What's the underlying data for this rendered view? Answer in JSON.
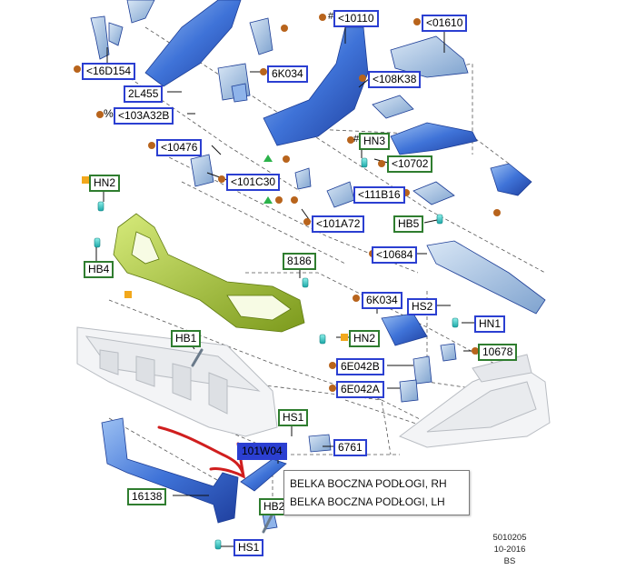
{
  "labels": {
    "l16D154": "<16D154",
    "l2L455": "2L455",
    "l103A32B": "<103A32B",
    "l10476": "<10476",
    "l101C30": "<101C30",
    "l6K034a": "6K034",
    "l10110": "<10110",
    "l01610": "<01610",
    "l108K38": "<108K38",
    "lHN3": "HN3",
    "l10702": "<10702",
    "l111B16": "<111B16",
    "l101A72": "<101A72",
    "lHB5": "HB5",
    "lHN2a": "HN2",
    "lHB4": "HB4",
    "l10684": "<10684",
    "l8186": "8186",
    "l6K034b": "6K034",
    "lHS2": "HS2",
    "lHN1": "HN1",
    "lHB1": "HB1",
    "lHN2b": "HN2",
    "l10678": "10678",
    "l6E042B": "6E042B",
    "l6E042A": "6E042A",
    "lHS1a": "HS1",
    "l101W04": "101W04",
    "l6761": "6761",
    "l16138": "16138",
    "lHB2": "HB2",
    "lHS1b": "HS1"
  },
  "markers": {
    "pct": "%",
    "hash": "#"
  },
  "tooltip": {
    "line1": "BELKA BOCZNA PODŁOGI, RH",
    "line2": "BELKA BOCZNA PODŁOGI, LH"
  },
  "footer": {
    "code": "5010205",
    "date": "10-2016",
    "initials": "BS"
  },
  "colors": {
    "label_blue_border": "#2b3fd1",
    "label_green_border": "#2f7d2f",
    "part_blue": "#3d6fd9",
    "part_green": "#a8c73a",
    "dot_orange": "#b8641c",
    "square_yellow": "#f2a81c",
    "triangle_green": "#2bb24a",
    "annotation_red": "#d01e1e"
  }
}
